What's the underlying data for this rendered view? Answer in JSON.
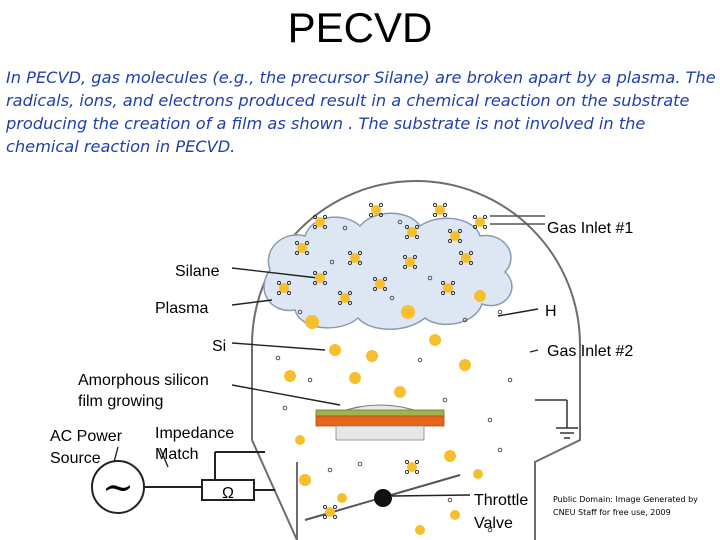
{
  "title": "PECVD",
  "description": "In PECVD, gas molecules (e.g., the precursor Silane) are broken apart by a plasma. The radicals, ions, and electrons produced result  in a chemical reaction on the substrate producing the creation of a film as shown . The substrate is not involved in the chemical reaction in PECVD.",
  "labels": {
    "gas_inlet_1": "Gas Inlet #1",
    "silane": "Silane",
    "plasma": "Plasma",
    "h": "H",
    "si": "Si",
    "gas_inlet_2": "Gas Inlet #2",
    "amorphous_line1": "Amorphous silicon",
    "amorphous_line2": "film growing",
    "ac_power_line1": "AC Power",
    "ac_power_line2": "Source",
    "impedance_line1": "Impedance",
    "impedance_line2": "Match",
    "omega": "Ω",
    "ac_symbol": "~",
    "throttle_line1": "Throttle",
    "throttle_line2": "Valve"
  },
  "credit": {
    "line1": "Public Domain: Image Generated by",
    "line2": "CNEU Staff for free use, 2009"
  },
  "colors": {
    "plasma_fill": "#dde7f3",
    "plasma_edge": "#8a9bb0",
    "atom_yellow": "#f6c02c",
    "text_blue": "#1f3fb0",
    "substrate_orange": "#e2661c",
    "substrate_green": "#7a9a3a"
  }
}
